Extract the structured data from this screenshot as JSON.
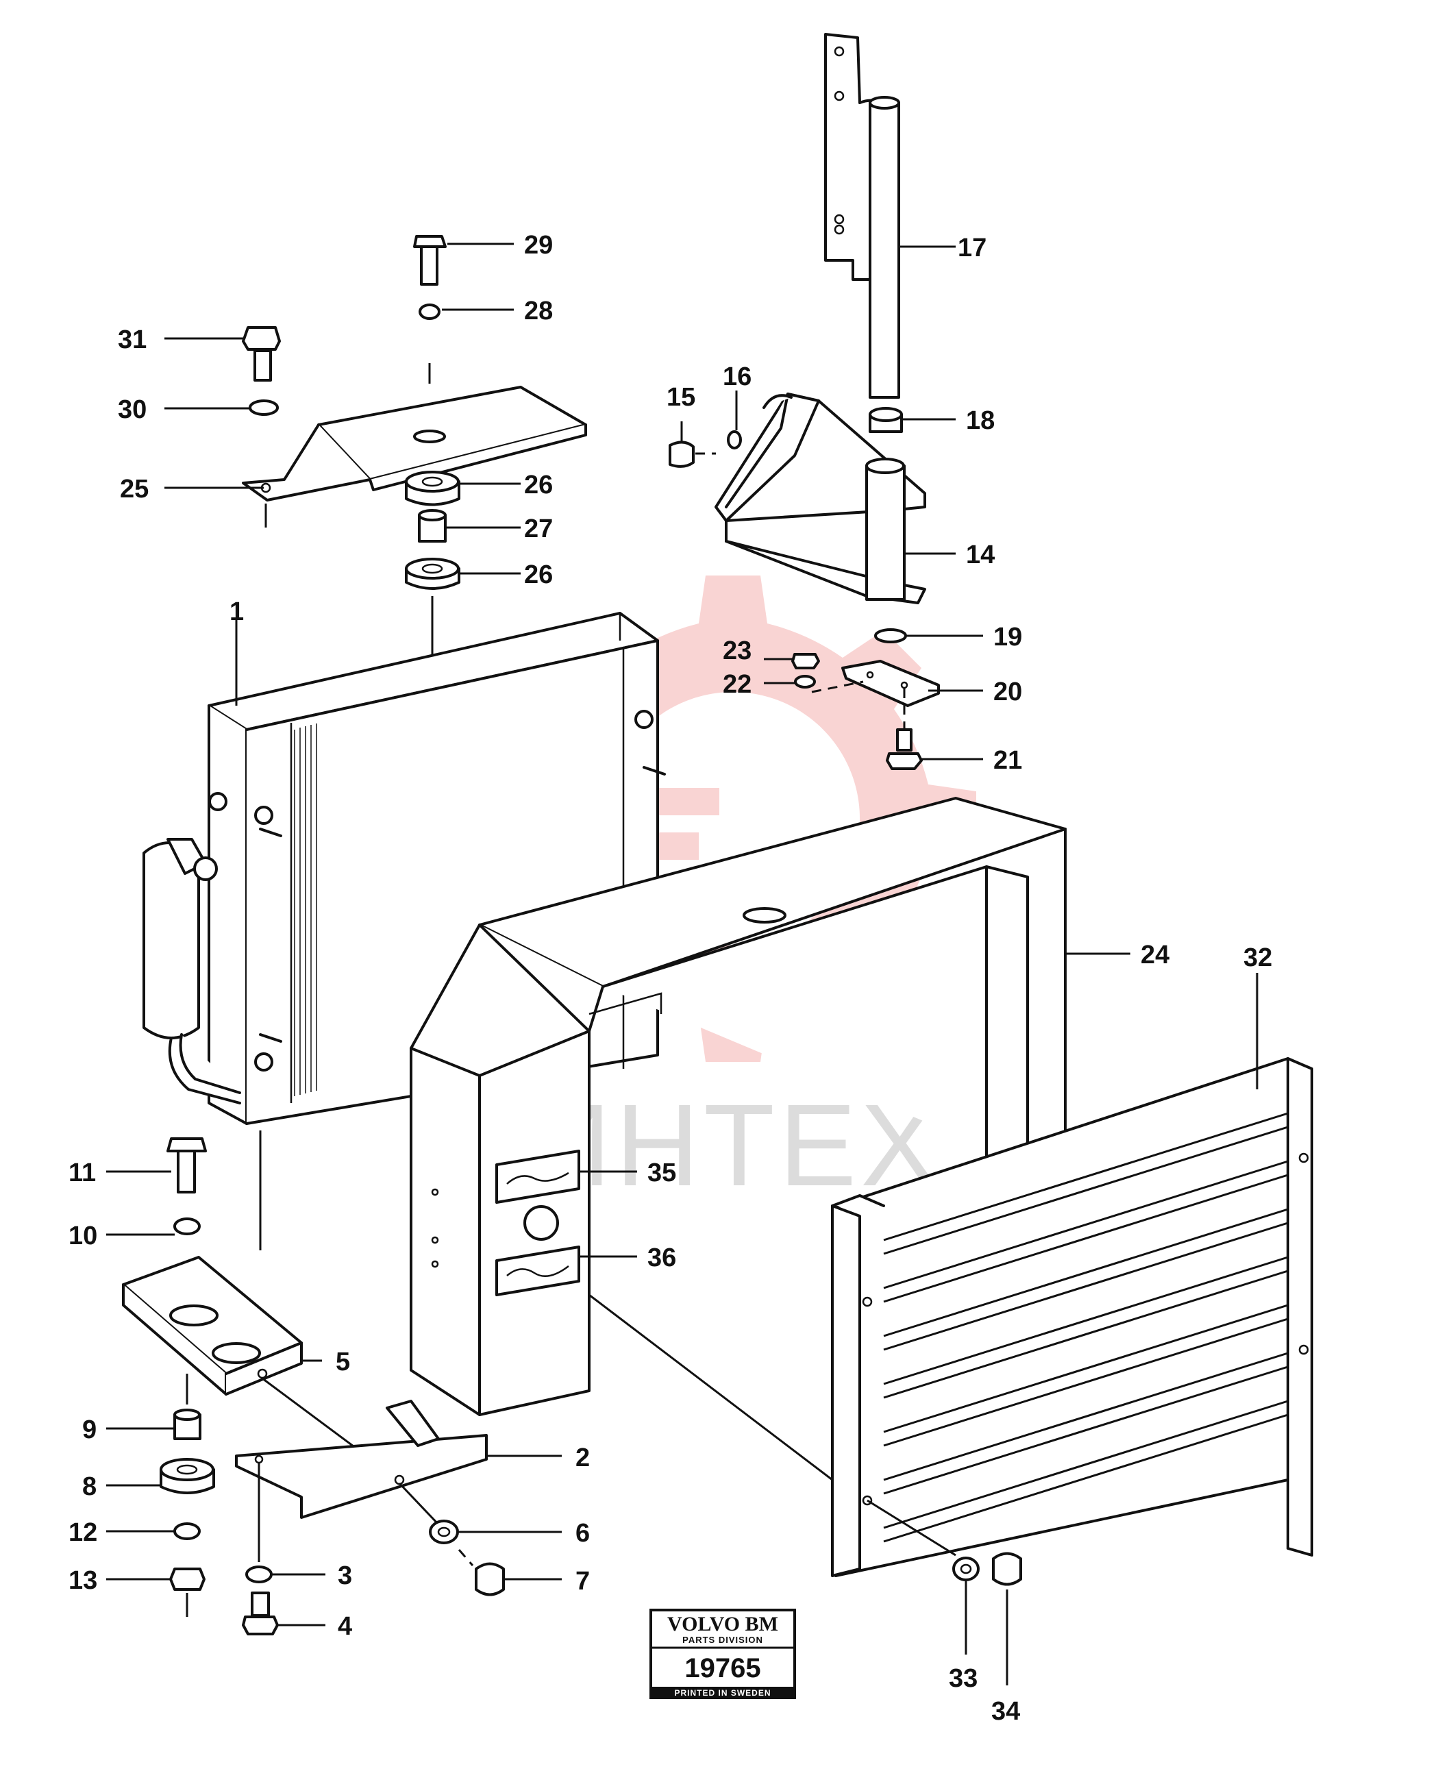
{
  "watermark": {
    "text": "ИНТЕХ",
    "logo": "gear-watermark-icon"
  },
  "callouts": [
    "1",
    "2",
    "3",
    "4",
    "5",
    "6",
    "7",
    "8",
    "9",
    "10",
    "11",
    "12",
    "13",
    "14",
    "15",
    "16",
    "17",
    "18",
    "19",
    "20",
    "21",
    "22",
    "23",
    "24",
    "25",
    "26",
    "27",
    "28",
    "29",
    "30",
    "31",
    "32",
    "33",
    "34",
    "35",
    "36"
  ],
  "stamp": {
    "brand": "VOLVO BM",
    "division": "PARTS DIVISION",
    "number": "19765",
    "footer": "PRINTED IN SWEDEN"
  },
  "colors": {
    "line": "#111111",
    "watermark_logo": "#e53935",
    "watermark_text": "#9e9e9e"
  }
}
